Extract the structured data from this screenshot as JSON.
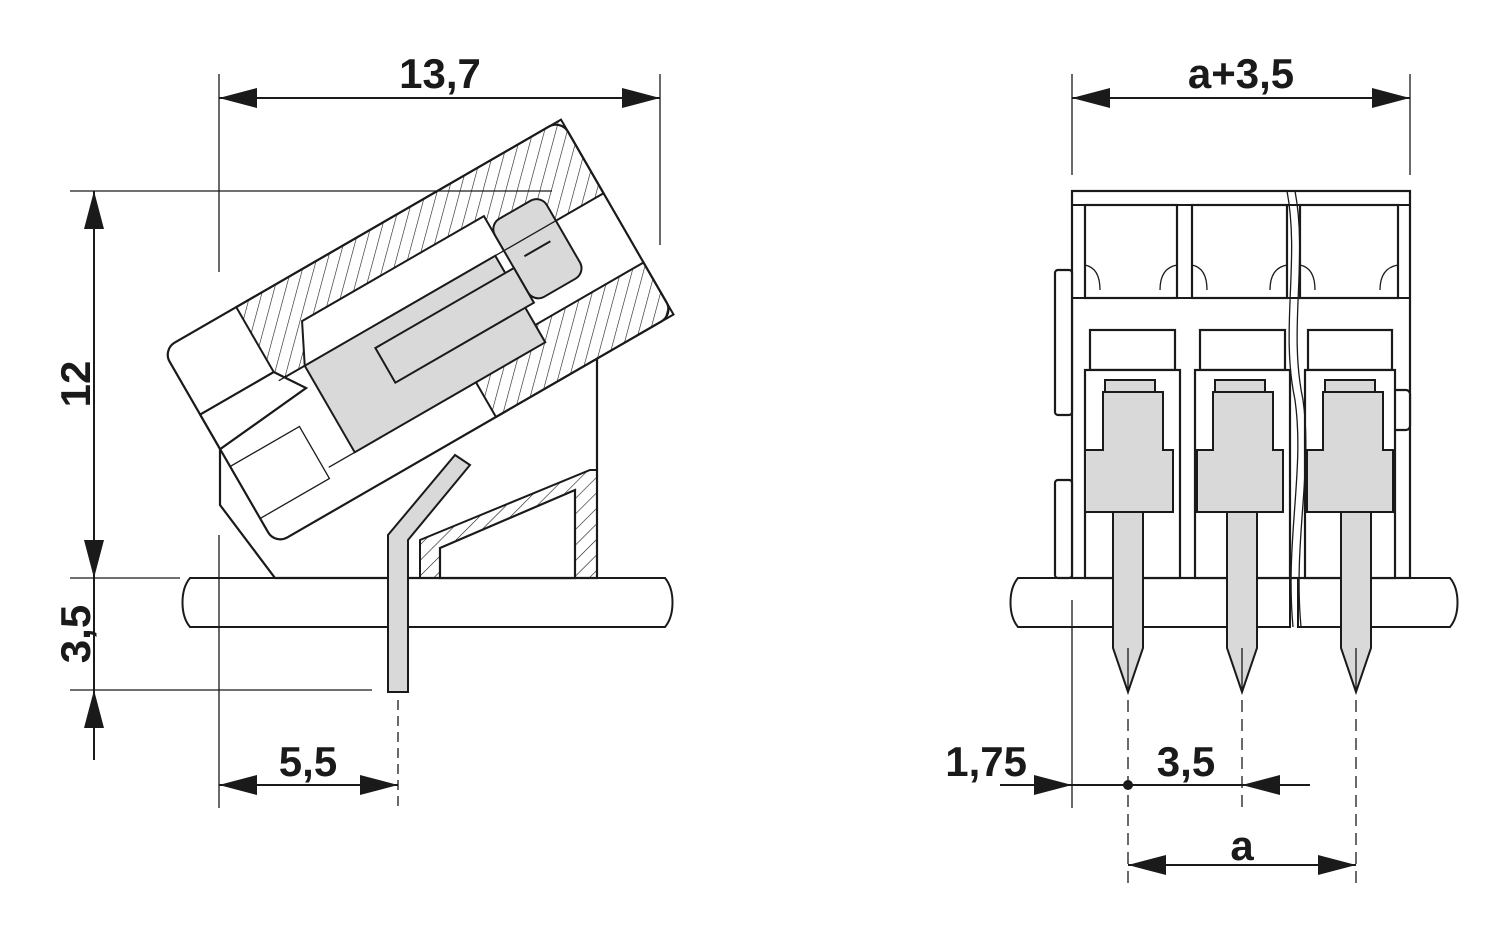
{
  "dimensions": {
    "side_width": "13,7",
    "side_height": "12",
    "pin_length": "3,5",
    "pin_offset": "5,5",
    "front_width": "a+3,5",
    "edge_offset": "1,75",
    "pitch": "3,5",
    "span": "a"
  },
  "colors": {
    "line": "#1a1a1a",
    "metal": "#d9d9d9",
    "background": "#ffffff"
  }
}
